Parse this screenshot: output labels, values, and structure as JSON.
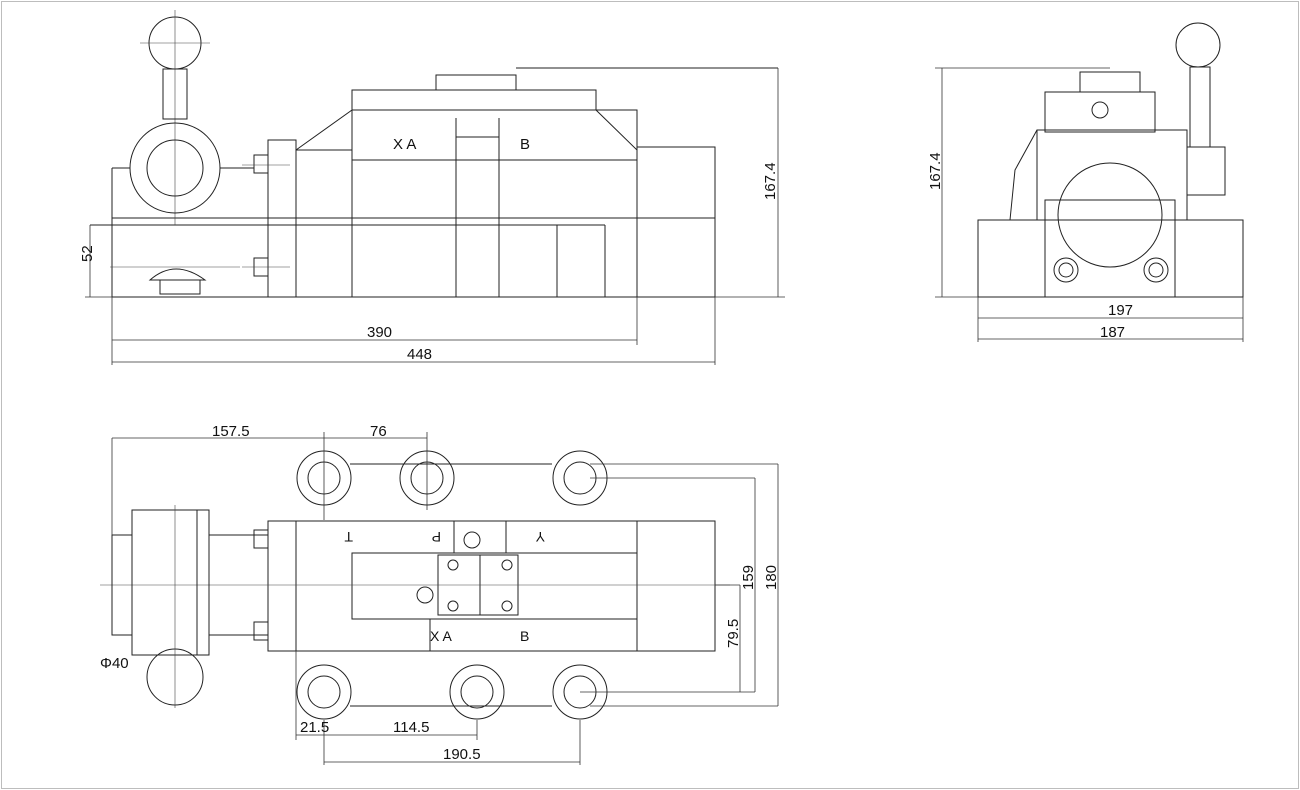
{
  "front_view": {
    "port_labels": {
      "xa": "X A",
      "b": "B"
    },
    "dims": {
      "height_52": "52",
      "len_390": "390",
      "len_448": "448",
      "height_167": "167.4"
    }
  },
  "side_view": {
    "dims": {
      "height_167": "167.4",
      "width_197": "197",
      "width_187": "187"
    }
  },
  "top_view": {
    "port_labels": {
      "t": "T",
      "p": "P",
      "y": "Y",
      "xa": "X A",
      "b": "B"
    },
    "dims": {
      "d_157": "157.5",
      "d_76": "76",
      "d_159": "159",
      "d_180": "180",
      "d_79": "79.5",
      "d_21": "21.5",
      "d_114": "114.5",
      "d_190": "190.5",
      "phi40": "Φ40"
    }
  }
}
